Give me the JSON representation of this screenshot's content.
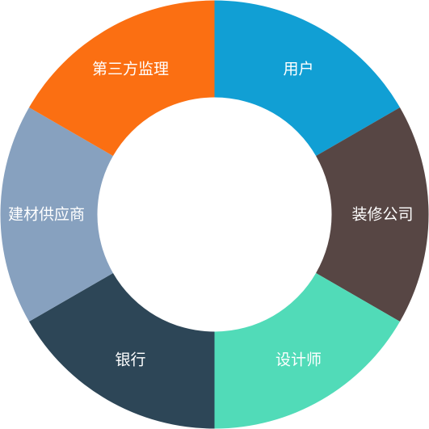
{
  "chart_data": {
    "type": "pie",
    "variant": "donut",
    "categories": [
      "用户",
      "装修公司",
      "设计师",
      "银行",
      "建材供应商",
      "第三方监理"
    ],
    "values": [
      1,
      1,
      1,
      1,
      1,
      1
    ],
    "colors": [
      "#119fd4",
      "#574644",
      "#51dbb8",
      "#2d4657",
      "#87a1bf",
      "#fb6f12"
    ],
    "start_angle_deg": 0,
    "direction": "clockwise",
    "background_color": "#ffffff"
  }
}
